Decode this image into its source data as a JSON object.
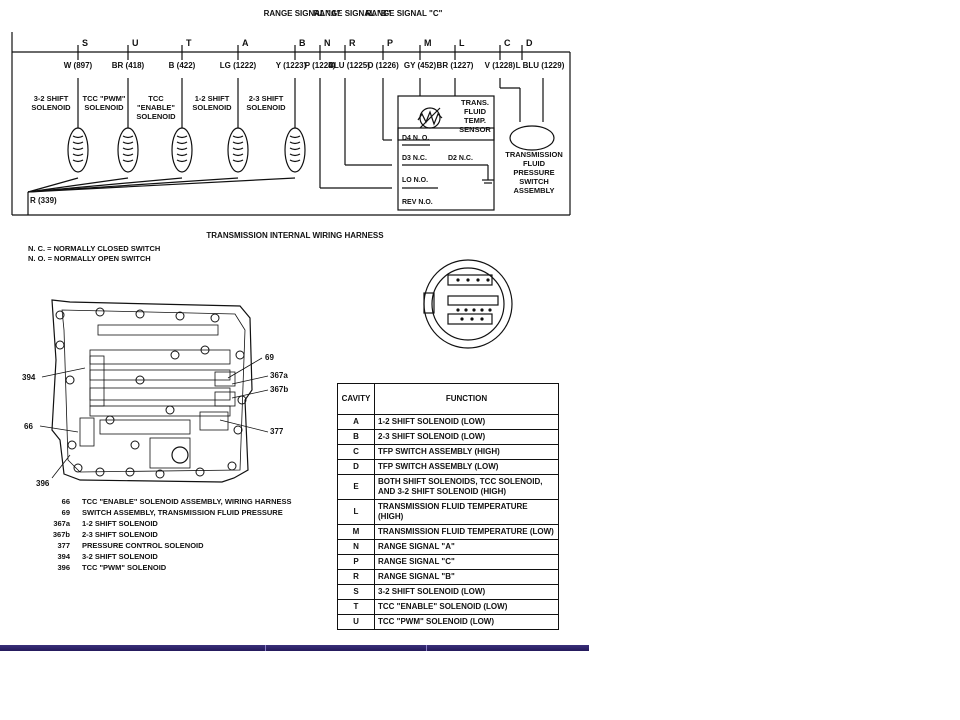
{
  "top_labels": [
    {
      "text": "RANGE SIGNAL \"A\""
    },
    {
      "text": "RANGE SIGNAL \"B\""
    },
    {
      "text": "RANGE SIGNAL \"C\""
    }
  ],
  "connector_pins": [
    {
      "pin": "S",
      "wire": "W (897)"
    },
    {
      "pin": "U",
      "wire": "BR (418)"
    },
    {
      "pin": "T",
      "wire": "B (422)"
    },
    {
      "pin": "A",
      "wire": "LG (1222)"
    },
    {
      "pin": "B",
      "wire": "Y (1223)"
    },
    {
      "pin": "N",
      "wire": "P (1224)"
    },
    {
      "pin": "R",
      "wire": "BLU (1225)"
    },
    {
      "pin": "P",
      "wire": "O (1226)"
    },
    {
      "pin": "M",
      "wire": "GY (452)"
    },
    {
      "pin": "L",
      "wire": "BR (1227)"
    },
    {
      "pin": "C",
      "wire": "V (1228)"
    },
    {
      "pin": "D",
      "wire": "L BLU (1229)"
    }
  ],
  "solenoids": [
    {
      "name": "3-2 SHIFT SOLENOID"
    },
    {
      "name": "TCC \"PWM\" SOLENOID"
    },
    {
      "name": "TCC \"ENABLE\" SOLENOID"
    },
    {
      "name": "1-2 SHIFT SOLENOID"
    },
    {
      "name": "2-3 SHIFT SOLENOID"
    }
  ],
  "switch_labels": {
    "d4": "D4 N. O.",
    "d3": "D3 N.C.",
    "d2": "D2 N.C.",
    "lo": "LO N.O.",
    "rev": "REV N.O.",
    "sensor": "TRANS. FLUID TEMP. SENSOR",
    "tfp": "TRANSMISSION FLUID PRESSURE SWITCH ASSEMBLY",
    "ground_wire": "R (339)"
  },
  "harness_title": "TRANSMISSION INTERNAL WIRING HARNESS",
  "legend_abbrev": [
    "N. C. = NORMALLY CLOSED SWITCH",
    "N. O. = NORMALLY OPEN SWITCH"
  ],
  "valve_callouts": [
    "394",
    "66",
    "396",
    "69",
    "367a",
    "367b",
    "377"
  ],
  "parts_legend": [
    {
      "num": "66",
      "desc": "TCC \"ENABLE\" SOLENOID ASSEMBLY, WIRING HARNESS"
    },
    {
      "num": "69",
      "desc": "SWITCH ASSEMBLY, TRANSMISSION FLUID PRESSURE"
    },
    {
      "num": "367a",
      "desc": "1-2 SHIFT SOLENOID"
    },
    {
      "num": "367b",
      "desc": "2-3 SHIFT SOLENOID"
    },
    {
      "num": "377",
      "desc": "PRESSURE CONTROL SOLENOID"
    },
    {
      "num": "394",
      "desc": "3-2 SHIFT SOLENOID"
    },
    {
      "num": "396",
      "desc": "TCC \"PWM\" SOLENOID"
    }
  ],
  "table": {
    "headers": [
      "CAVITY",
      "FUNCTION"
    ],
    "rows": [
      {
        "cavity": "A",
        "function": "1-2 SHIFT SOLENOID (LOW)"
      },
      {
        "cavity": "B",
        "function": "2-3 SHIFT SOLENOID (LOW)"
      },
      {
        "cavity": "C",
        "function": "TFP SWITCH ASSEMBLY (HIGH)"
      },
      {
        "cavity": "D",
        "function": "TFP SWITCH ASSEMBLY (LOW)"
      },
      {
        "cavity": "E",
        "function": "BOTH SHIFT SOLENOIDS, TCC SOLENOID, AND 3-2 SHIFT SOLENOID (HIGH)"
      },
      {
        "cavity": "L",
        "function": "TRANSMISSION FLUID TEMPERATURE (HIGH)"
      },
      {
        "cavity": "M",
        "function": "TRANSMISSION FLUID TEMPERATURE (LOW)"
      },
      {
        "cavity": "N",
        "function": "RANGE SIGNAL \"A\""
      },
      {
        "cavity": "P",
        "function": "RANGE SIGNAL \"C\""
      },
      {
        "cavity": "R",
        "function": "RANGE SIGNAL \"B\""
      },
      {
        "cavity": "S",
        "function": "3-2 SHIFT SOLENOID (LOW)"
      },
      {
        "cavity": "T",
        "function": "TCC \"ENABLE\" SOLENOID (LOW)"
      },
      {
        "cavity": "U",
        "function": "TCC \"PWM\" SOLENOID (LOW)"
      }
    ]
  },
  "colors": {
    "line": "#111111",
    "taskbar": "#2e2470"
  }
}
